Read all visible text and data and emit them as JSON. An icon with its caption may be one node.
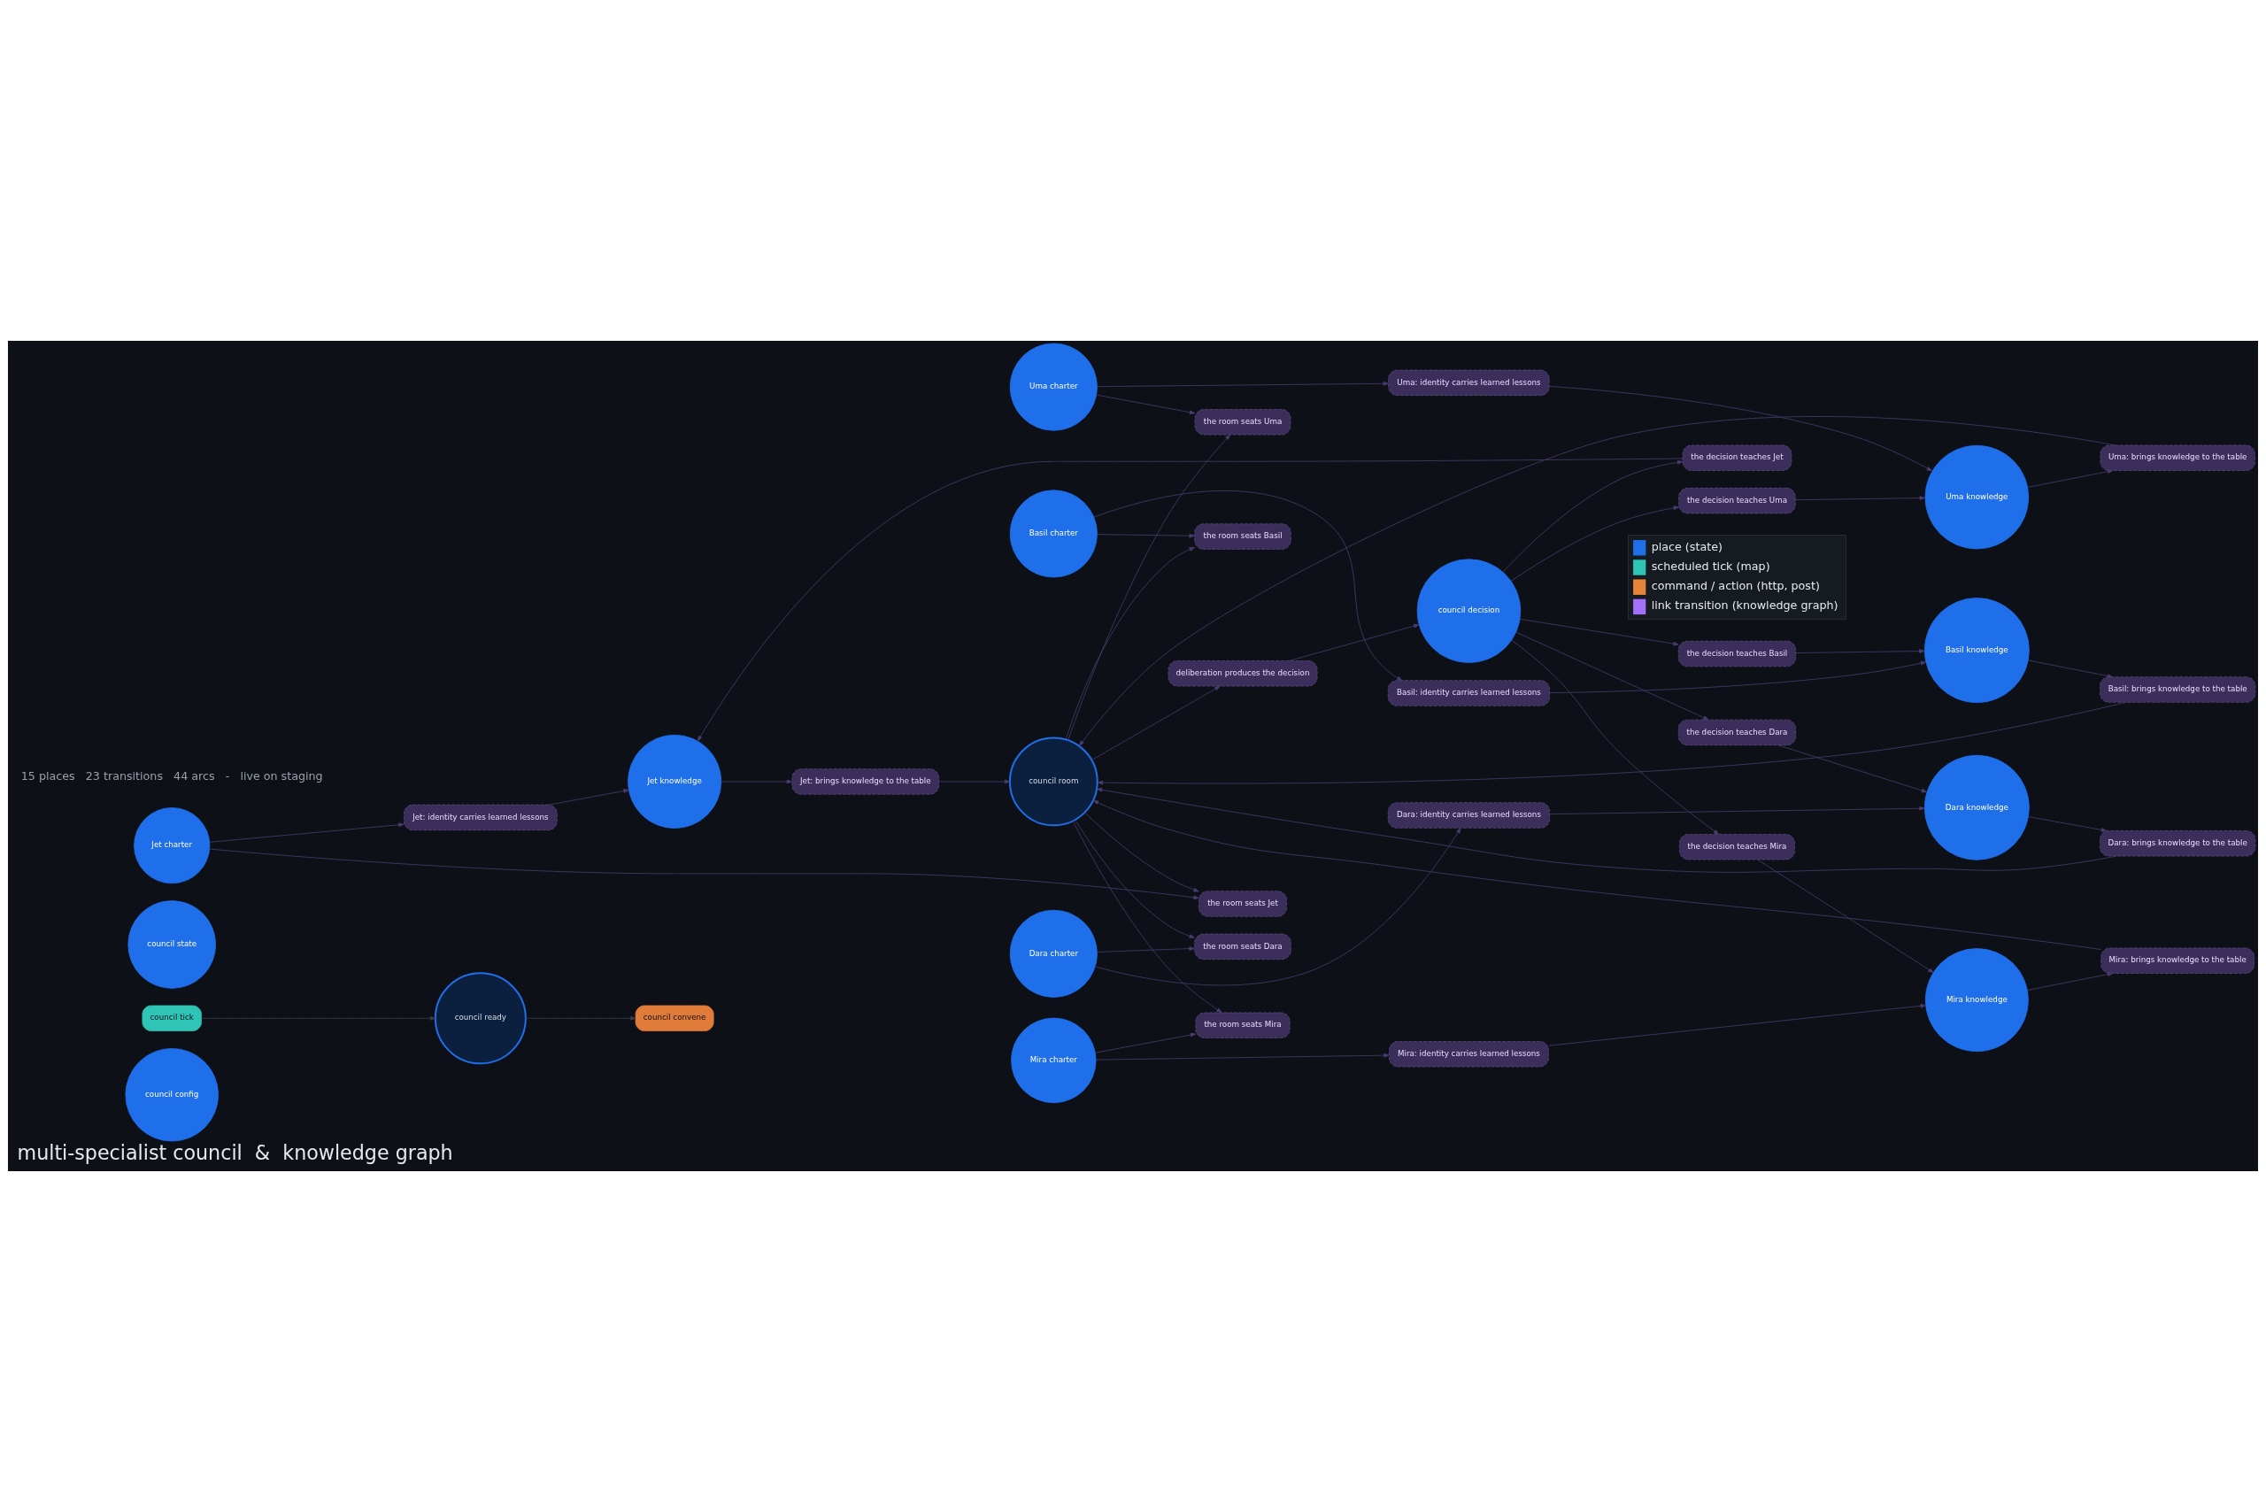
{
  "diagram": {
    "title": "multi-specialist council  &  knowledge graph",
    "nodes": [
      {
        "text": [
          "council config"
        ]
      },
      {
        "text": [
          "council tick"
        ]
      },
      {
        "text": [
          "council ready"
        ]
      },
      {
        "text": [
          "council convene"
        ]
      },
      {
        "text": [
          "council state"
        ]
      },
      {
        "text": [
          "Jet charter"
        ]
      },
      {
        "text": [
          "Jet: identity carries learned lessons"
        ]
      },
      {
        "text": [
          "Jet knowledge"
        ]
      },
      {
        "text": [
          "Mira charter"
        ]
      },
      {
        "text": [
          "Mira: identity carries learned lessons"
        ]
      },
      {
        "text": [
          "Mira knowledge"
        ]
      },
      {
        "text": [
          "Basil charter"
        ]
      },
      {
        "text": [
          "Basil: identity carries learned lessons"
        ]
      },
      {
        "text": [
          "Basil knowledge"
        ]
      },
      {
        "text": [
          "Uma charter"
        ]
      },
      {
        "text": [
          "Uma: identity carries learned lessons"
        ]
      },
      {
        "text": [
          "Uma knowledge"
        ]
      },
      {
        "text": [
          "Dara charter"
        ]
      },
      {
        "text": [
          "Dara: identity carries learned lessons"
        ]
      },
      {
        "text": [
          "Dara knowledge"
        ]
      },
      {
        "text": [
          "the room seats Jet"
        ]
      },
      {
        "text": [
          "Jet: brings knowledge to the table"
        ]
      },
      {
        "text": [
          "the decision teaches Jet"
        ]
      },
      {
        "text": [
          "the room seats Mira"
        ]
      },
      {
        "text": [
          "Mira: brings knowledge to the table"
        ]
      },
      {
        "text": [
          "the decision teaches Mira"
        ]
      },
      {
        "text": [
          "the room seats Basil"
        ]
      },
      {
        "text": [
          "Basil: brings knowledge to the table"
        ]
      },
      {
        "text": [
          "the decision teaches Basil"
        ]
      },
      {
        "text": [
          "council room"
        ]
      },
      {
        "text": [
          "deliberation produces the decision"
        ]
      },
      {
        "text": [
          "council decision"
        ]
      },
      {
        "text": [
          "the room seats Uma"
        ]
      },
      {
        "text": [
          "Uma: brings knowledge to the table"
        ]
      },
      {
        "text": [
          "the decision teaches Uma"
        ]
      },
      {
        "text": [
          "the room seats Dara"
        ]
      },
      {
        "text": [
          "Dara: brings knowledge to the table"
        ]
      },
      {
        "text": [
          "the decision teaches Dara"
        ]
      }
    ],
    "edges": [
      {
        "from": 1,
        "to": 2,
        "arrow": "to",
        "color": "#3a3f4b"
      },
      {
        "from": 2,
        "to": 3,
        "arrow": "to",
        "color": "#3a3f4b"
      },
      {
        "from": 5,
        "to": 6,
        "arrow": "to"
      },
      {
        "from": 6,
        "to": 7,
        "arrow": "to"
      },
      {
        "from": 8,
        "to": 9,
        "arrow": "to"
      },
      {
        "from": 9,
        "to": 10,
        "arrow": "to"
      },
      {
        "from": 11,
        "to": 12,
        "arrow": "to"
      },
      {
        "from": 12,
        "to": 13,
        "arrow": "to"
      },
      {
        "from": 14,
        "to": 15,
        "arrow": "to"
      },
      {
        "from": 15,
        "to": 16,
        "arrow": "to"
      },
      {
        "from": 17,
        "to": 18,
        "arrow": "to"
      },
      {
        "from": 18,
        "to": 19,
        "arrow": "to"
      },
      {
        "from": 5,
        "to": 20,
        "arrow": "to"
      },
      {
        "from": 29,
        "to": 20,
        "arrow": "to"
      },
      {
        "from": 8,
        "to": 23,
        "arrow": "to"
      },
      {
        "from": 29,
        "to": 23,
        "arrow": "to"
      },
      {
        "from": 11,
        "to": 26,
        "arrow": "to"
      },
      {
        "from": 29,
        "to": 26,
        "arrow": "to"
      },
      {
        "from": 14,
        "to": 32,
        "arrow": "to"
      },
      {
        "from": 29,
        "to": 32,
        "arrow": "to"
      },
      {
        "from": 17,
        "to": 35,
        "arrow": "to"
      },
      {
        "from": 29,
        "to": 35,
        "arrow": "to"
      },
      {
        "from": 7,
        "to": 21,
        "arrow": "to"
      },
      {
        "from": 21,
        "to": 29,
        "arrow": "to"
      },
      {
        "from": 10,
        "to": 24,
        "arrow": "to"
      },
      {
        "from": 24,
        "to": 29,
        "arrow": "to"
      },
      {
        "from": 13,
        "to": 27,
        "arrow": "to"
      },
      {
        "from": 27,
        "to": 29,
        "arrow": "to"
      },
      {
        "from": 16,
        "to": 33,
        "arrow": "to"
      },
      {
        "from": 33,
        "to": 29,
        "arrow": "to"
      },
      {
        "from": 19,
        "to": 36,
        "arrow": "to"
      },
      {
        "from": 36,
        "to": 29,
        "arrow": "to"
      },
      {
        "from": 31,
        "to": 22,
        "arrow": "to"
      },
      {
        "from": 22,
        "to": 7,
        "arrow": "to"
      },
      {
        "from": 31,
        "to": 25,
        "arrow": "to"
      },
      {
        "from": 25,
        "to": 10,
        "arrow": "to"
      },
      {
        "from": 31,
        "to": 28,
        "arrow": "to"
      },
      {
        "from": 28,
        "to": 13,
        "arrow": "to"
      },
      {
        "from": 31,
        "to": 34,
        "arrow": "to"
      },
      {
        "from": 34,
        "to": 16,
        "arrow": "to"
      },
      {
        "from": 31,
        "to": 37,
        "arrow": "to"
      },
      {
        "from": 37,
        "to": 19,
        "arrow": "to"
      },
      {
        "from": 29,
        "to": 30,
        "arrow": "to"
      },
      {
        "from": 30,
        "to": 31,
        "arrow": "to"
      }
    ],
    "labels": [
      "15 places   23 transitions   44 arcs   -   live on staging"
    ],
    "legend": [
      {
        "text": "place (state)",
        "color": "#1f6feb"
      },
      {
        "text": "scheduled tick (map)",
        "color": "#2ec4b6"
      },
      {
        "text": "command / action (http, post)",
        "color": "#e8843a"
      },
      {
        "text": "link transition (knowledge graph)",
        "color": "#a371f7"
      }
    ]
  }
}
